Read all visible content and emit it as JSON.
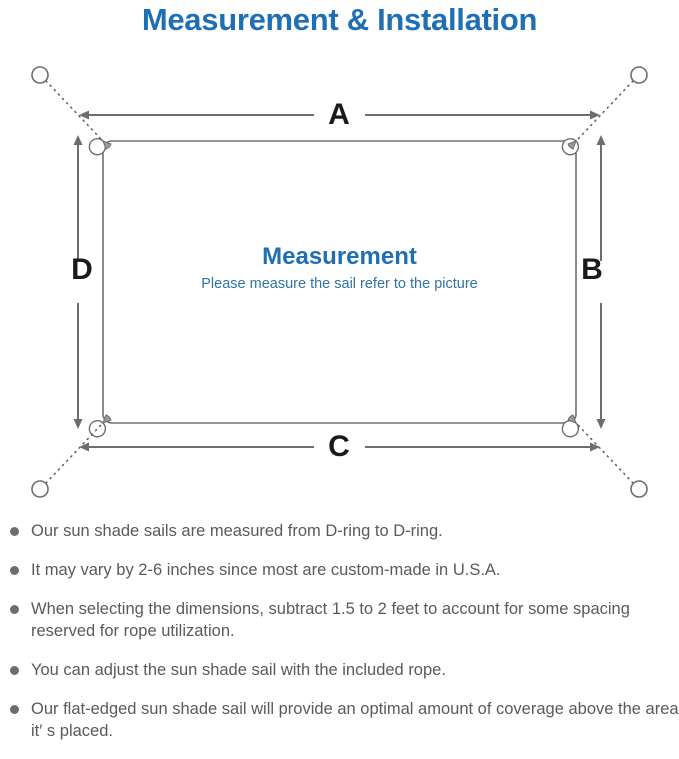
{
  "title": "Measurement & Installation",
  "colors": {
    "title_blue": "#1F6FB5",
    "subtitle_blue": "#2E74A8",
    "line_gray": "#6d6d6d",
    "sail_outline": "#707070",
    "text_gray": "#5a5a5a",
    "label_dark": "#1a1a1a"
  },
  "diagram": {
    "center_title": "Measurement",
    "center_subtitle": "Please measure the sail refer to the picture",
    "dimensions": {
      "top": "A",
      "right": "B",
      "bottom": "C",
      "left": "D"
    },
    "icons": {
      "anchor_ring": "ring-icon",
      "d_ring": "d-ring-icon",
      "rope": "dotted-rope-line",
      "measure_arrow": "double-headed-arrow-icon"
    }
  },
  "notes": [
    "Our sun shade sails are measured from D-ring to D-ring.",
    "It may vary by 2-6 inches since most are custom-made in U.S.A.",
    "When selecting the dimensions, subtract 1.5 to 2 feet to account for some spacing reserved for rope utilization.",
    "You can adjust the sun shade sail with the included rope.",
    "Our flat-edged sun shade sail will provide an optimal amount of coverage above the area it′ s placed."
  ]
}
